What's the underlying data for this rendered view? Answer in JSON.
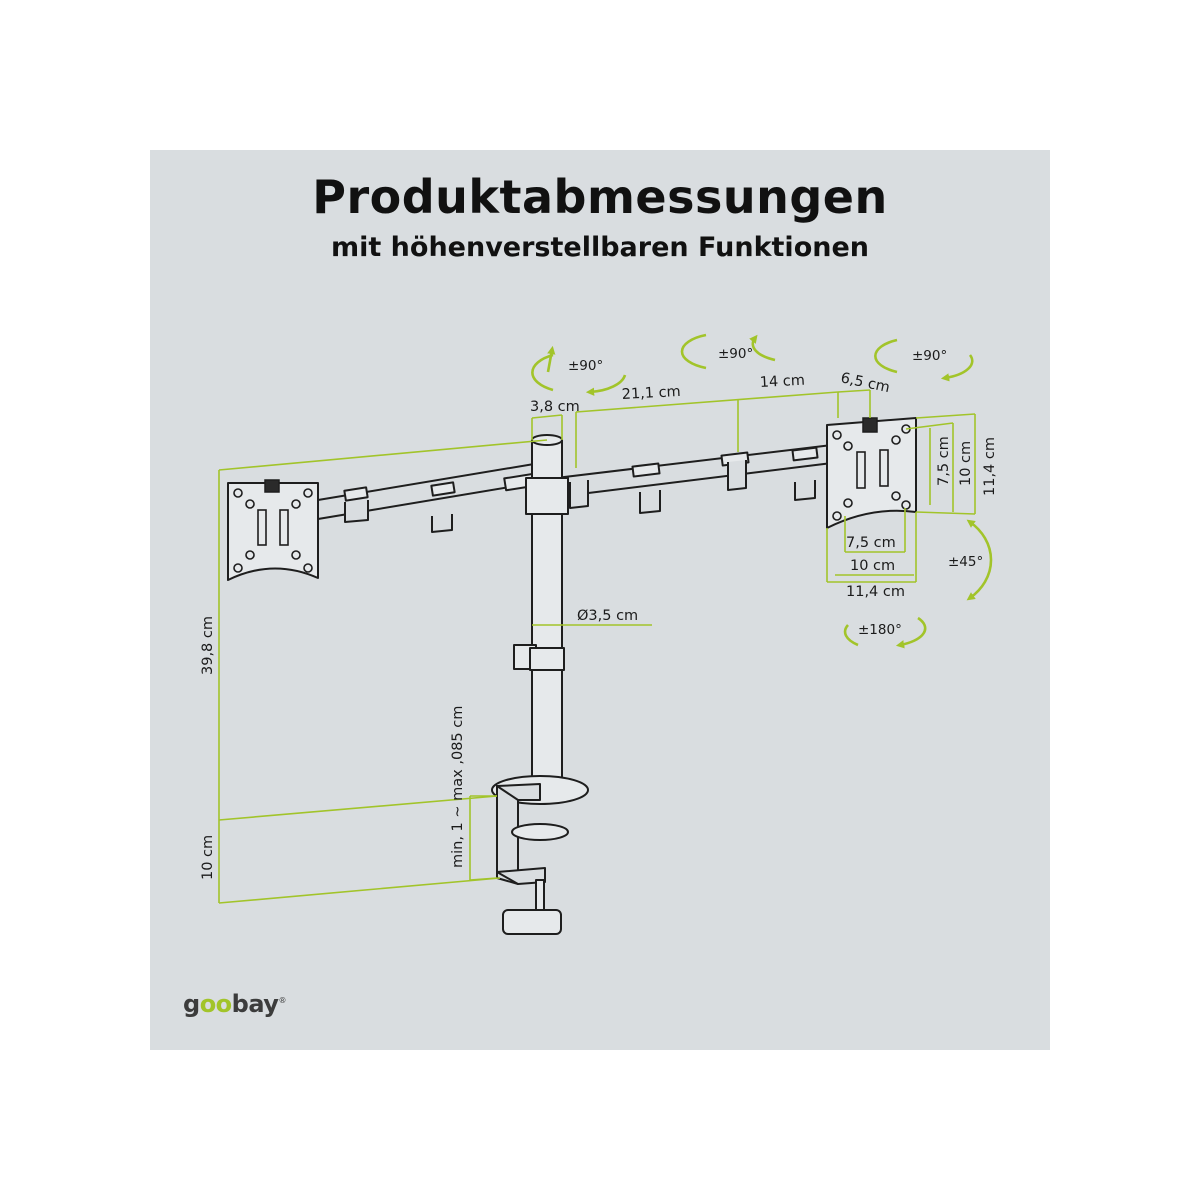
{
  "title": "Produktabmessungen",
  "subtitle": "mit höhenverstellbaren Funktionen",
  "logo": {
    "prefix": "g",
    "accent": "oo",
    "suffix": "bay",
    "mark": "®"
  },
  "colors": {
    "accent": "#a2c42a",
    "panel": "#d9dde0",
    "line": "#1e1e1e"
  },
  "rotations": {
    "pole": "±90°",
    "arm": "±90°",
    "head": "±90°",
    "tilt": "±45°",
    "swivel": "±180°"
  },
  "dimensions": {
    "pole_diameter_top": "3,8 cm",
    "arm_segment_1": "21,1 cm",
    "arm_segment_2": "14 cm",
    "head_offset": "6,5 cm",
    "pole_diameter": "Ø3,5 cm",
    "total_height": "39,8 cm",
    "clamp_height": "10 cm",
    "clamp_range": "min, 1 ~ max ,085 cm",
    "vesa_v_small": "7,5 cm",
    "vesa_v_large": "10 cm",
    "plate_height": "11,4 cm",
    "vesa_h_small": "7,5 cm",
    "vesa_h_large": "10 cm",
    "plate_width": "11,4 cm"
  }
}
